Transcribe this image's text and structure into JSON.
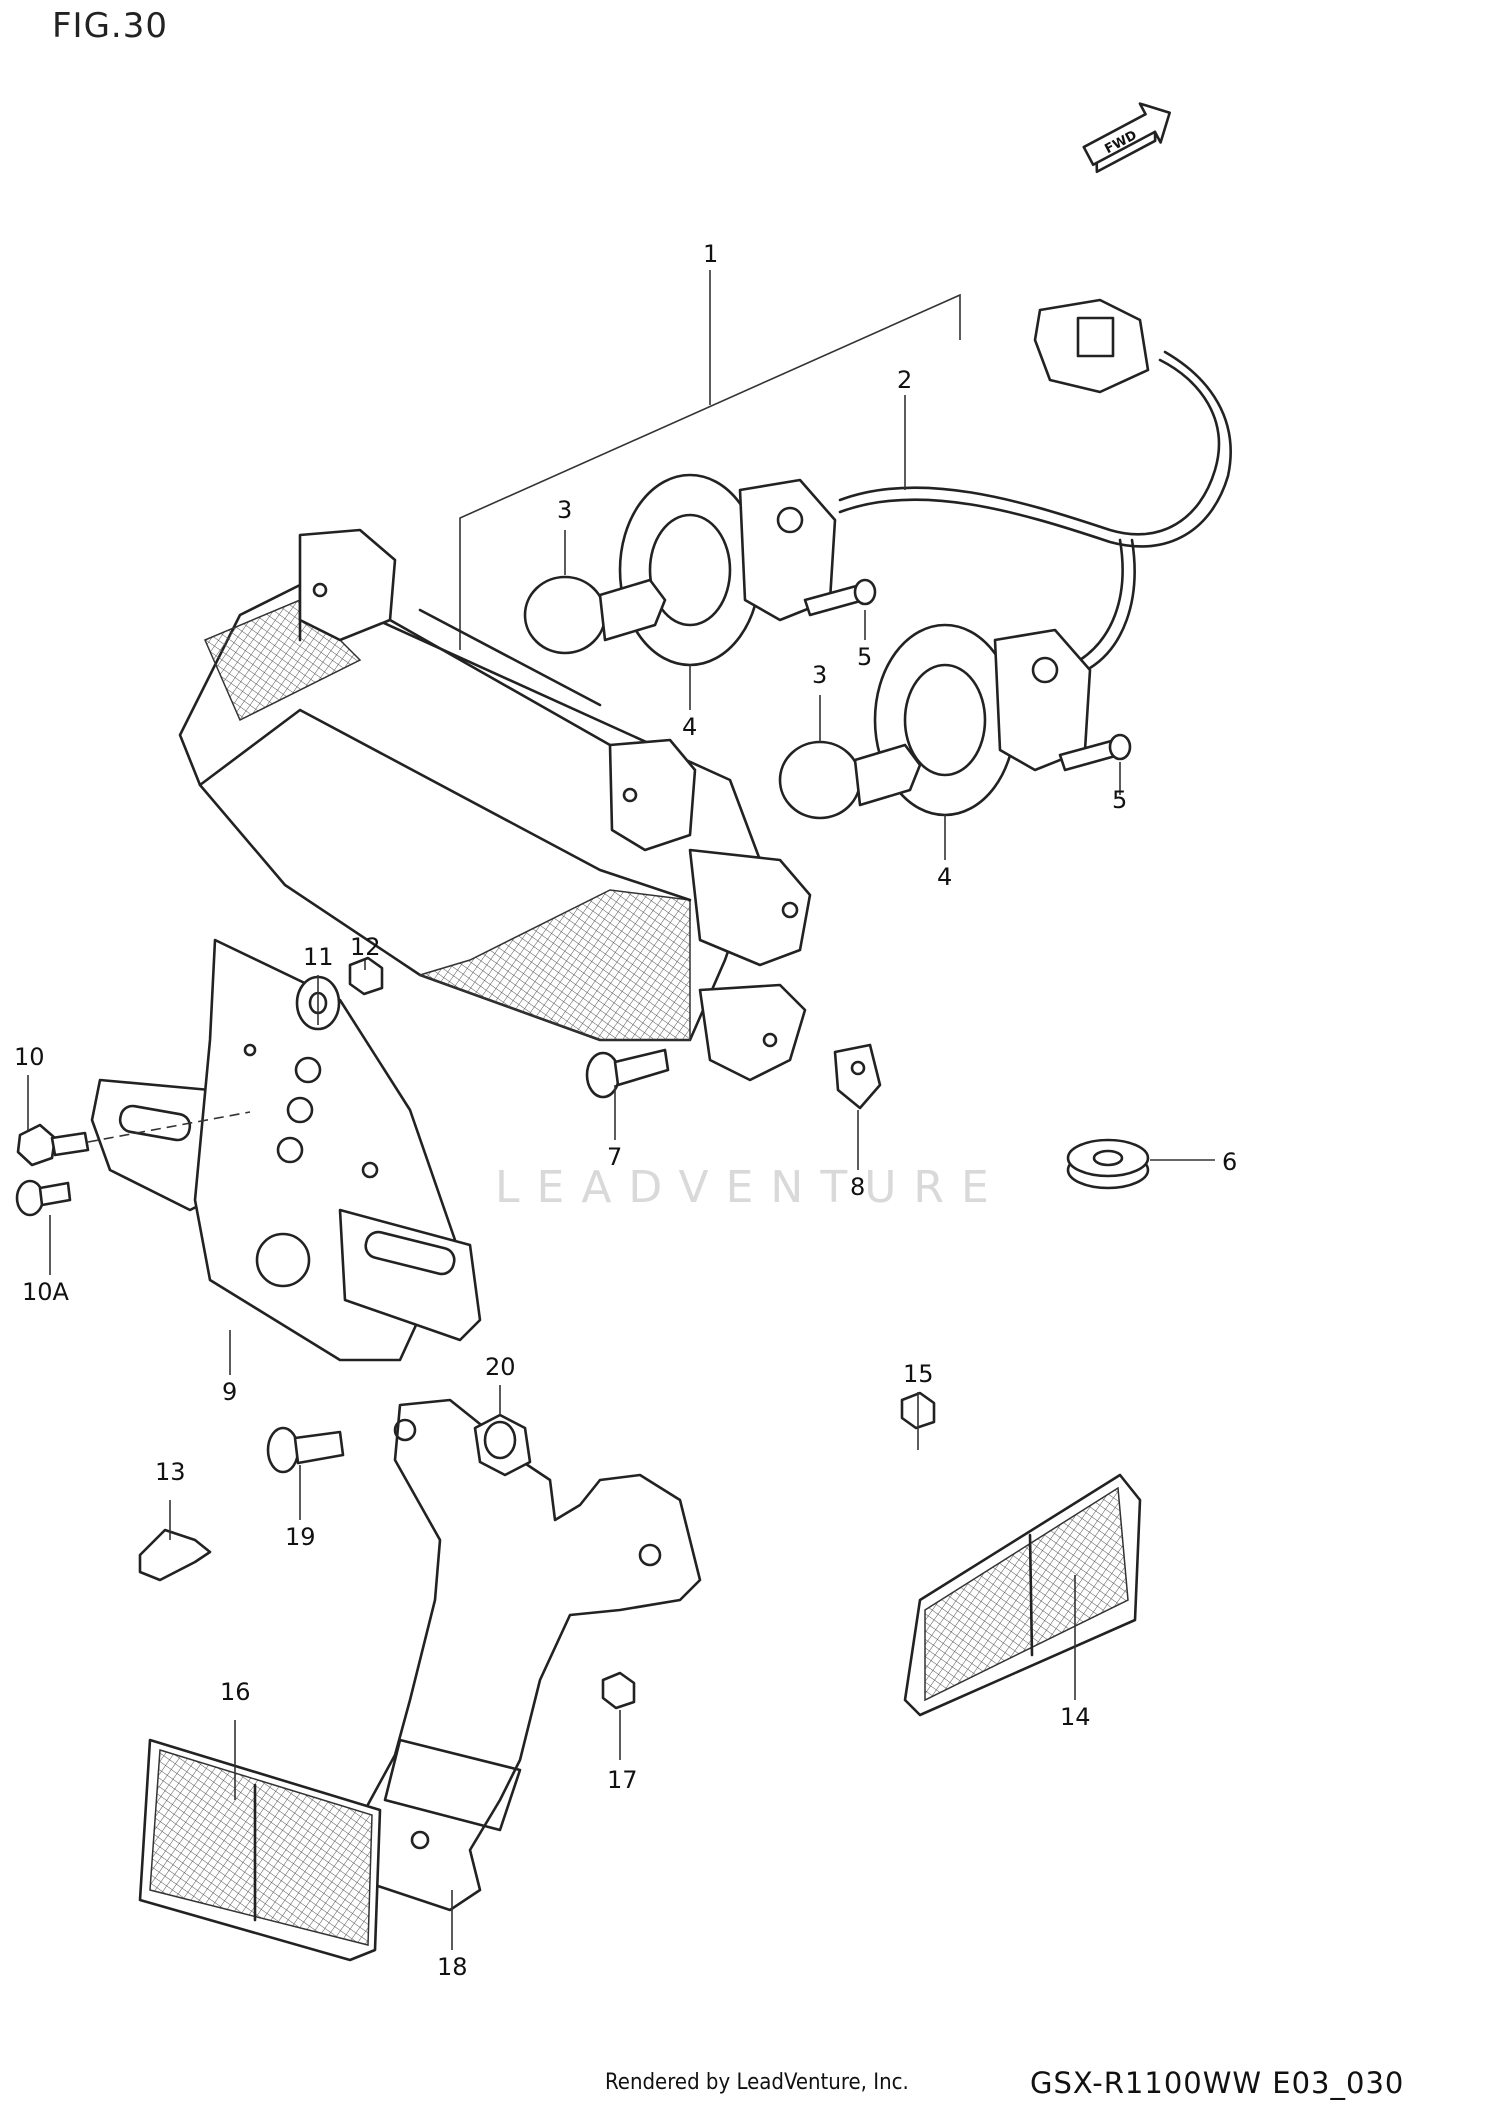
{
  "figure_label": "FIG.30",
  "direction_tag": "FWD",
  "watermark": "LEADVENTURE",
  "footer": {
    "renderer": "Rendered by LeadVenture, Inc.",
    "diagram_code": "GSX-R1100WW E03_030"
  },
  "callouts": [
    "1",
    "2",
    "3",
    "3",
    "4",
    "4",
    "5",
    "5",
    "6",
    "7",
    "8",
    "9",
    "10",
    "10A",
    "11",
    "12",
    "13",
    "14",
    "15",
    "16",
    "17",
    "18",
    "19",
    "20"
  ]
}
